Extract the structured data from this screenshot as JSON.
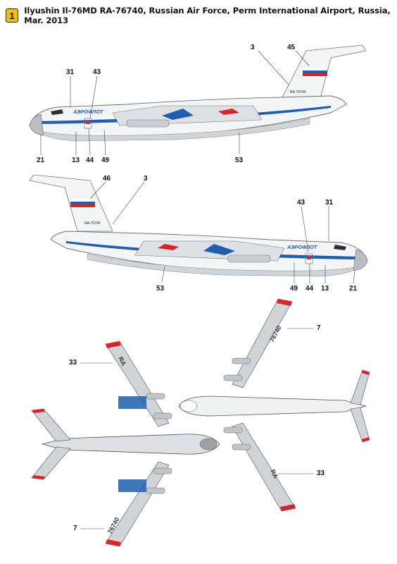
{
  "header": {
    "number": "1",
    "title": "Ilyushin Il-76MD RA-76740, Russian Air Force, Perm International Airport, Russia, Mar. 2013"
  },
  "markings": {
    "airline": "АЭРОФЛОТ",
    "registration": "RA-76740",
    "reg_big": "76740",
    "ra": "RA"
  },
  "colors": {
    "blue": "#1f5fae",
    "red": "#d7262a",
    "grey": "#cfd4d8",
    "white": "#f7f8fa"
  },
  "callouts": {
    "side_top": [
      "31",
      "43",
      "3",
      "45",
      "21",
      "13",
      "44",
      "49",
      "53"
    ],
    "side_bottom": [
      "46",
      "3",
      "43",
      "31",
      "53",
      "49",
      "44",
      "13",
      "21"
    ],
    "plan_left": [
      "33",
      "7"
    ],
    "plan_right": [
      "7",
      "33"
    ]
  }
}
